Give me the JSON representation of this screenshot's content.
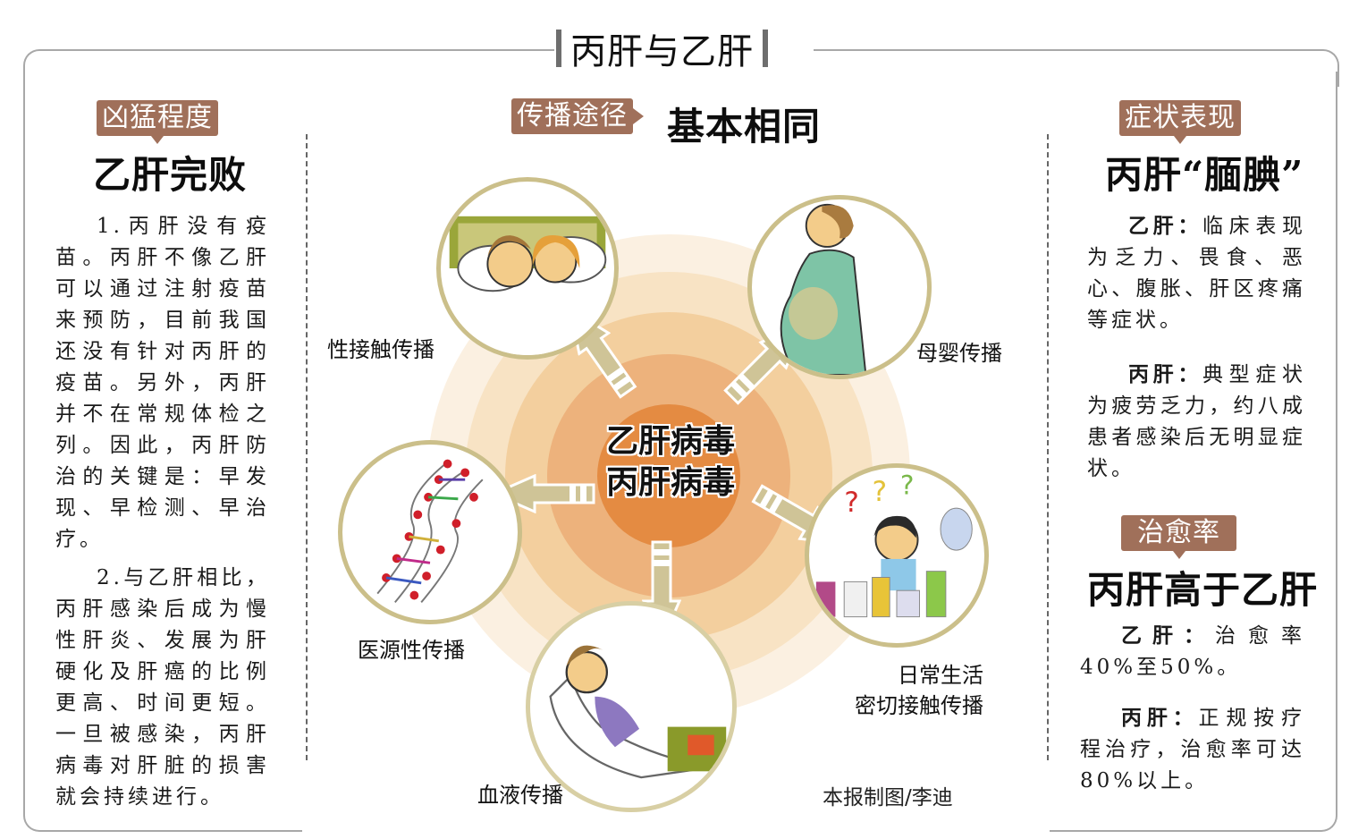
{
  "title": "丙肝与乙肝",
  "left": {
    "tag": "凶猛程度",
    "headline": "乙肝完败",
    "paragraphs": [
      "1.丙肝没有疫苗。丙肝不像乙肝可以通过注射疫苗来预防，目前我国还没有针对丙肝的疫苗。另外，丙肝并不在常规体检之列。因此，丙肝防治的关键是：早发现、早检测、早治疗。",
      "2.与乙肝相比，丙肝感染后成为慢性肝炎、发展为肝硬化及肝癌的比例更高、时间更短。一旦被感染，丙肝病毒对肝脏的损害就会持续进行。"
    ]
  },
  "center": {
    "tag": "传播途径",
    "headline": "基本相同",
    "core_lines": [
      "乙肝病毒",
      "丙肝病毒"
    ],
    "routes": [
      {
        "label": "性接触传播",
        "icon": "couple-in-bed-illustration"
      },
      {
        "label": "母婴传播",
        "icon": "pregnant-woman-illustration"
      },
      {
        "label": "医源性传播",
        "icon": "dna-helix-illustration"
      },
      {
        "label": "血液传播",
        "icon": "patient-transfusion-illustration"
      },
      {
        "label_line1": "日常生活",
        "label_line2": "密切接触传播",
        "icon": "boy-with-cups-illustration"
      }
    ],
    "credit": "本报制图/李迪"
  },
  "right": {
    "symptoms": {
      "tag": "症状表现",
      "headline": "丙肝“腼腆”",
      "items": [
        {
          "lead": "乙肝：",
          "text": "临床表现为乏力、畏食、恶心、腹胀、肝区疼痛等症状。"
        },
        {
          "lead": "丙肝：",
          "text": "典型症状为疲劳乏力，约八成患者感染后无明显症状。"
        }
      ]
    },
    "cure": {
      "tag": "治愈率",
      "headline": "丙肝高于乙肝",
      "items": [
        {
          "lead": "乙肝：",
          "text": "治愈率40%至50%。"
        },
        {
          "lead": "丙肝：",
          "text": "正规按疗程治疗，治愈率可达80%以上。"
        }
      ]
    }
  },
  "colors": {
    "tag_bg": "#a0705a",
    "ring_outer": "#fbeedd",
    "ring_mid": "#f5d6a8",
    "ring_inner": "#eeb27a",
    "core": "#e48b42",
    "node_border": "#cbbf8a",
    "arrow": "#cfc497"
  }
}
